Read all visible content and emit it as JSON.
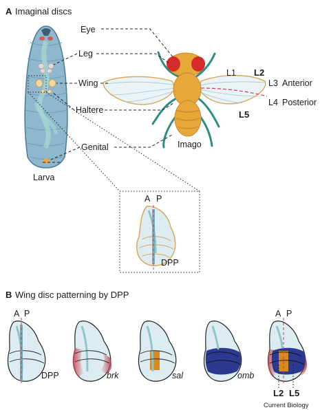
{
  "panel_a": {
    "letter": "A",
    "title": "Imaginal discs",
    "labels": {
      "eye": "Eye",
      "leg": "Leg",
      "wing": "Wing",
      "haltere": "Haltere",
      "genital": "Genital",
      "larva": "Larva",
      "imago": "Imago",
      "l1": "L1",
      "l2": "L2",
      "l3": "L3",
      "l4": "L4",
      "l5": "L5",
      "anterior": "Anterior",
      "posterior": "Posterior"
    },
    "inset": {
      "a": "A",
      "p": "P",
      "dpp": "DPP"
    }
  },
  "panel_b": {
    "letter": "B",
    "title": "Wing disc patterning by DPP",
    "discs": [
      {
        "label": "DPP",
        "italic": false
      },
      {
        "label": "brk",
        "italic": true
      },
      {
        "label": "sal",
        "italic": true
      },
      {
        "label": "omb",
        "italic": true
      },
      {
        "label": "",
        "italic": false
      }
    ],
    "axis": {
      "a": "A",
      "p": "P"
    },
    "veins": {
      "l2": "L2",
      "l5": "L5"
    }
  },
  "footer": {
    "journal": "Current Biology"
  },
  "colors": {
    "larva_body": "#8fb8cf",
    "larva_outline": "#4d7d99",
    "disc_fill": "#dcecf1",
    "disc_teal": "#8fc7c9",
    "dpp_stripe": "#6aa6b0",
    "brk_red": "#c4414d",
    "sal_orange": "#d98a1c",
    "omb_blue": "#2b3990",
    "fly_gold": "#e7a83a",
    "fly_eye": "#d62b2b",
    "fly_leg": "#2e8c86",
    "wing_fill": "#eaf3f6",
    "ap_line": "#c93d5a"
  }
}
